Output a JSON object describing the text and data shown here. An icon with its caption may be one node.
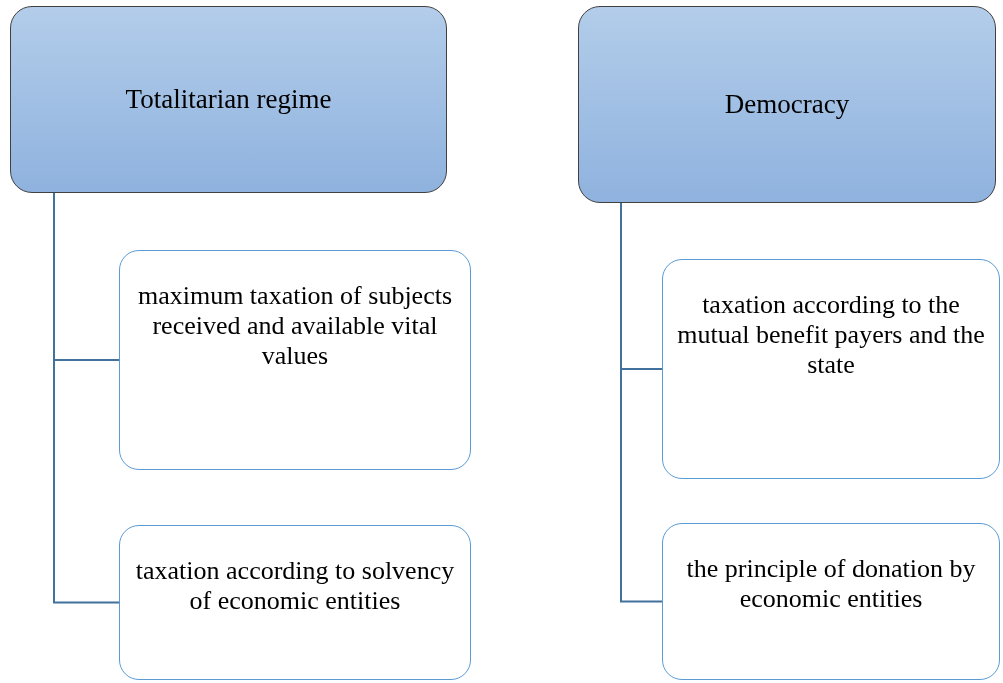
{
  "diagram": {
    "nodes": [
      {
        "text": [
          "Totalitarian regime"
        ]
      },
      {
        "text": [
          "maximum taxation of subjects received and available vital values"
        ]
      },
      {
        "text": [
          "taxation according to solvency of economic entities"
        ]
      },
      {
        "text": [
          "Democracy"
        ]
      },
      {
        "text": [
          "taxation according to the mutual benefit payers and the state"
        ]
      },
      {
        "text": [
          "the principle of donation by economic entities"
        ]
      }
    ],
    "edges": [
      {
        "from": 0,
        "to": 1,
        "arrow": "none"
      },
      {
        "from": 0,
        "to": 2,
        "arrow": "none"
      },
      {
        "from": 3,
        "to": 4,
        "arrow": "none"
      },
      {
        "from": 3,
        "to": 5,
        "arrow": "none"
      }
    ]
  }
}
